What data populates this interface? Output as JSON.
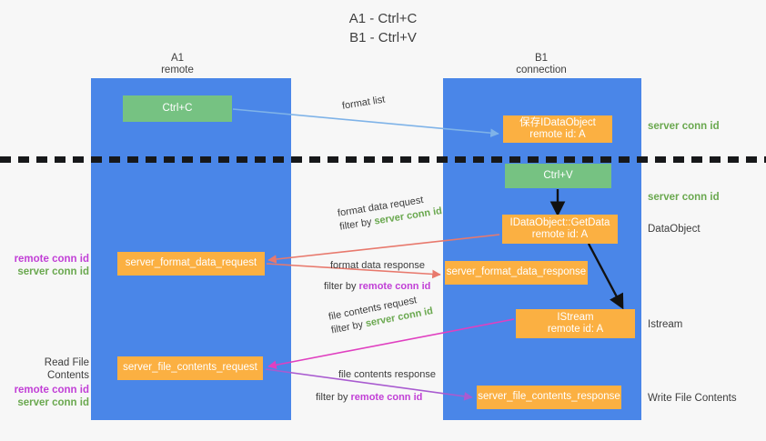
{
  "title": {
    "line1": "A1 - Ctrl+C",
    "line2": "B1 - Ctrl+V"
  },
  "columns": [
    {
      "id": "a1",
      "name": "A1",
      "role": "remote"
    },
    {
      "id": "b1",
      "name": "B1",
      "role": "connection"
    }
  ],
  "nodes": {
    "ctrl_c": {
      "label": "Ctrl+C",
      "color": "#76c282"
    },
    "save_idataobject": {
      "line1": "保存IDataObject",
      "line2": "remote id: A",
      "color": "#fbb042"
    },
    "ctrl_v": {
      "label": "Ctrl+V",
      "color": "#76c282"
    },
    "getdata": {
      "line1": "IDataObject::GetData",
      "line2": "remote id: A",
      "color": "#fbb042"
    },
    "server_format_data_request": {
      "label": "server_format_data_request",
      "color": "#fbb042"
    },
    "server_format_data_response": {
      "label": "server_format_data_response",
      "color": "#fbb042"
    },
    "istream": {
      "line1": "IStream",
      "line2": "remote id: A",
      "color": "#fbb042"
    },
    "server_file_contents_request": {
      "label": "server_file_contents_request",
      "color": "#fbb042"
    },
    "server_file_contents_response": {
      "label": "server_file_contents_response",
      "color": "#fbb042"
    }
  },
  "arrow_labels": {
    "format_list": "format list",
    "format_data_request": "format data request",
    "format_data_request_filter_prefix": "filter by ",
    "format_data_request_filter_value": "server conn id",
    "format_data_response": "format data response",
    "format_data_response_filter_prefix": "filter by ",
    "format_data_response_filter_value": "remote conn id",
    "file_contents_request": "file contents request",
    "file_contents_request_filter_prefix": "filter by ",
    "file_contents_request_filter_value": "server conn id",
    "file_contents_response": "file contents response",
    "file_contents_response_filter_prefix": "filter by ",
    "file_contents_response_filter_value": "remote conn id"
  },
  "right_labels": {
    "server_conn_id_top": "server conn id",
    "server_conn_id_mid": "server conn id",
    "dataobject": "DataObject",
    "istream": "Istream",
    "write_file_contents": "Write File Contents"
  },
  "left_labels": {
    "remote_conn_id_1": "remote conn id",
    "server_conn_id_1": "server conn id",
    "read_file_contents": "Read File Contents",
    "remote_conn_id_2": "remote conn id",
    "server_conn_id_2": "server conn id"
  },
  "colors": {
    "lane": "#4a86e8",
    "green_box": "#76c282",
    "orange_box": "#fbb042",
    "green_text": "#6aa84f",
    "purple_text": "#c13fd6",
    "arrow_blue": "#7fb3e8",
    "arrow_red": "#e8796d",
    "arrow_magenta": "#e040c0",
    "arrow_purple": "#a95bd0",
    "arrow_black": "#111111",
    "background": "#f7f7f7"
  }
}
